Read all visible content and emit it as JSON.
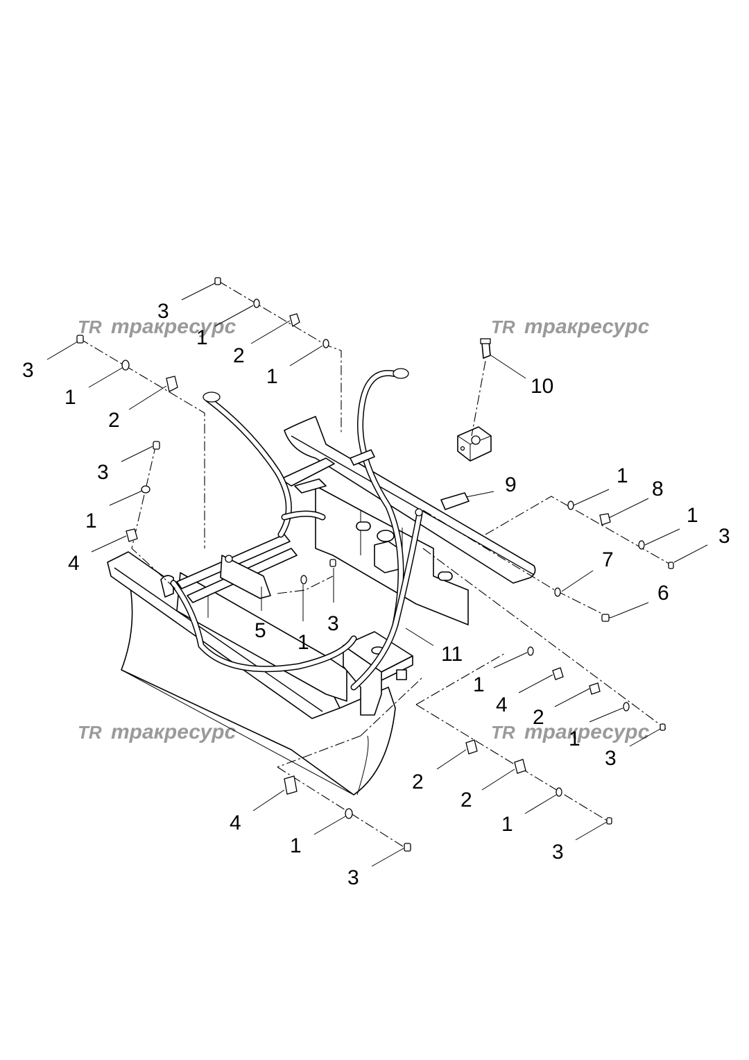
{
  "watermark": {
    "logo": "TR",
    "text": "тракресурс",
    "color": "#9a9a9a"
  },
  "diagram": {
    "title": "",
    "callouts": [
      {
        "id": "c01",
        "label": "3"
      },
      {
        "id": "c02",
        "label": "1"
      },
      {
        "id": "c03",
        "label": "2"
      },
      {
        "id": "c04",
        "label": "1"
      },
      {
        "id": "c05",
        "label": "3"
      },
      {
        "id": "c06",
        "label": "1"
      },
      {
        "id": "c07",
        "label": "2"
      },
      {
        "id": "c08",
        "label": "3"
      },
      {
        "id": "c09",
        "label": "1"
      },
      {
        "id": "c10",
        "label": "4"
      },
      {
        "id": "c11",
        "label": "5"
      },
      {
        "id": "c12",
        "label": "1"
      },
      {
        "id": "c13",
        "label": "3"
      },
      {
        "id": "c14",
        "label": "10"
      },
      {
        "id": "c15",
        "label": "9"
      },
      {
        "id": "c16",
        "label": "1"
      },
      {
        "id": "c17",
        "label": "8"
      },
      {
        "id": "c18",
        "label": "1"
      },
      {
        "id": "c19",
        "label": "3"
      },
      {
        "id": "c20",
        "label": "7"
      },
      {
        "id": "c21",
        "label": "6"
      },
      {
        "id": "c22",
        "label": "11"
      },
      {
        "id": "c23",
        "label": "1"
      },
      {
        "id": "c24",
        "label": "4"
      },
      {
        "id": "c25",
        "label": "2"
      },
      {
        "id": "c26",
        "label": "1"
      },
      {
        "id": "c27",
        "label": "3"
      },
      {
        "id": "c28",
        "label": "2"
      },
      {
        "id": "c29",
        "label": "2"
      },
      {
        "id": "c30",
        "label": "1"
      },
      {
        "id": "c31",
        "label": "3"
      },
      {
        "id": "c32",
        "label": "4"
      },
      {
        "id": "c33",
        "label": "1"
      },
      {
        "id": "c34",
        "label": "3"
      }
    ]
  }
}
